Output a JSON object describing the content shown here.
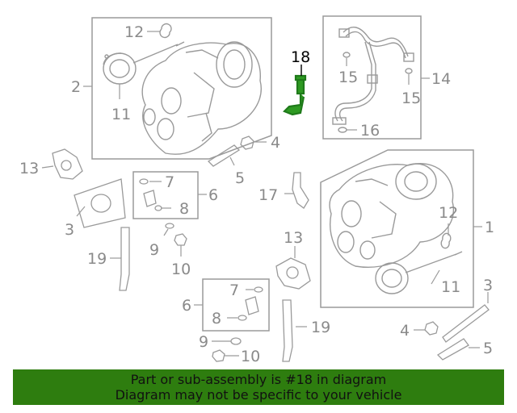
{
  "colors": {
    "part_line": "#9a9a9a",
    "highlight": "#1f7a1a",
    "banner_bg": "#2e7d0f",
    "callout": "#8a8a8a"
  },
  "callouts": {
    "c18": "18",
    "c12a": "12",
    "c2": "2",
    "c11a": "11",
    "c15a": "15",
    "c15b": "15",
    "c14": "14",
    "c16": "16",
    "c13a": "13",
    "c4a": "4",
    "c5a": "5",
    "c7a": "7",
    "c8a": "8",
    "c6a": "6",
    "c17": "17",
    "c3a": "3",
    "c9a": "9",
    "c10a": "10",
    "c19a": "19",
    "c12b": "12",
    "c1": "1",
    "c11b": "11",
    "c13b": "13",
    "c7b": "7",
    "c6b": "6",
    "c8b": "8",
    "c19b": "19",
    "c9b": "9",
    "c10b": "10",
    "c3b": "3",
    "c4b": "4",
    "c5b": "5"
  },
  "banner": {
    "line1": "Part or sub-assembly is #18 in diagram",
    "line2": "Diagram may not be specific to your vehicle"
  }
}
